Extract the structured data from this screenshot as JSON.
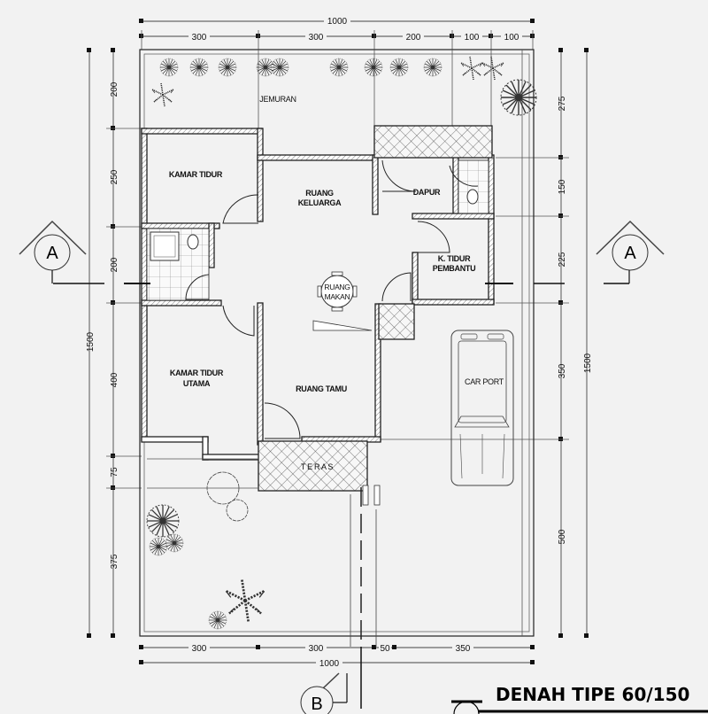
{
  "title": "DENAH TIPE 60/150",
  "section_markers": {
    "left": "A",
    "right": "A",
    "bottom": "B"
  },
  "rooms": {
    "jemuran": "JEMURAN",
    "kamar_tidur": "KAMAR TIDUR",
    "ruang_keluarga_1": "RUANG",
    "ruang_keluarga_2": "KELUARGA",
    "dapur": "DAPUR",
    "k_tidur_pembantu_1": "K. TIDUR",
    "k_tidur_pembantu_2": "PEMBANTU",
    "ruang_makan_1": "RUANG",
    "ruang_makan_2": "MAKAN",
    "kamar_tidur_utama_1": "KAMAR TIDUR",
    "kamar_tidur_utama_2": "UTAMA",
    "ruang_tamu": "RUANG TAMU",
    "teras": "T E R A S",
    "car_port": "CAR PORT"
  },
  "dimensions": {
    "top_total": "1000",
    "top": [
      "300",
      "300",
      "200",
      "100",
      "100"
    ],
    "bottom": [
      "300",
      "300",
      "50",
      "350"
    ],
    "bottom_total": "1000",
    "left": [
      "200",
      "250",
      "200",
      "400",
      "75",
      "375"
    ],
    "left_total": "1500",
    "right": [
      "275",
      "150",
      "225",
      "350",
      "500"
    ],
    "right_total": "1500"
  },
  "colors": {
    "background": "#f2f2f2",
    "line": "#222222"
  }
}
